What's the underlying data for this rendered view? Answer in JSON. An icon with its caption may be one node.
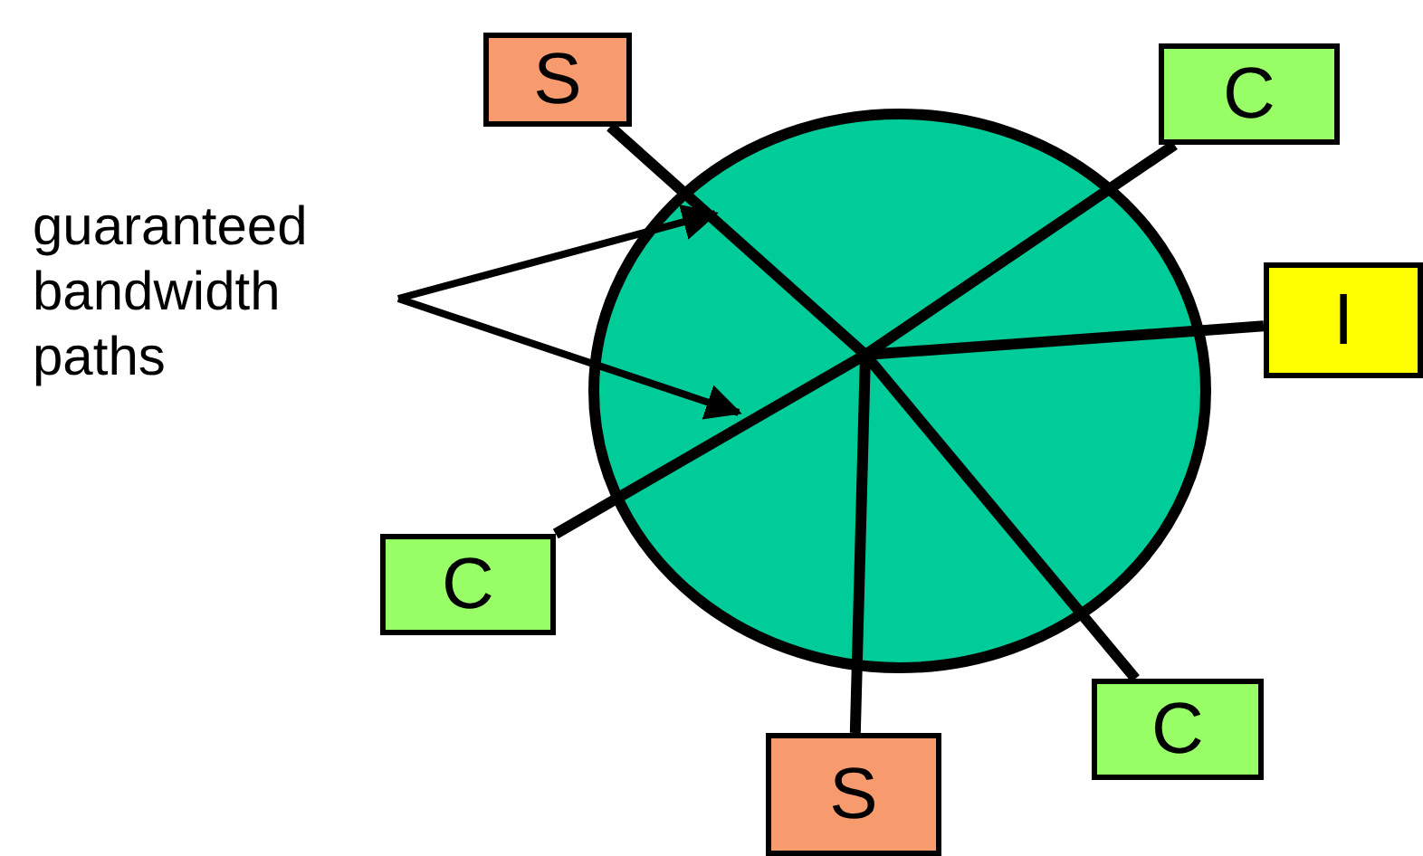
{
  "diagram": {
    "nodes": [
      {
        "text": [],
        "shape": "circle"
      },
      {
        "text": [
          "S"
        ]
      },
      {
        "text": [
          "C"
        ]
      },
      {
        "text": [
          "I"
        ]
      },
      {
        "text": [
          "C"
        ]
      },
      {
        "text": [
          "S"
        ]
      },
      {
        "text": [
          "C"
        ]
      },
      {
        "text": [
          "guaranteed bandwidth paths"
        ]
      }
    ],
    "edges": [
      {
        "from": 1,
        "to": 0,
        "arrow": "none"
      },
      {
        "from": 2,
        "to": 0,
        "arrow": "none"
      },
      {
        "from": 3,
        "to": 0,
        "arrow": "none"
      },
      {
        "from": 4,
        "to": 0,
        "arrow": "none"
      },
      {
        "from": 5,
        "to": 0,
        "arrow": "none"
      },
      {
        "from": 6,
        "to": 0,
        "arrow": "none"
      },
      {
        "from": 7,
        "to": 0,
        "arrow": "to"
      },
      {
        "from": 7,
        "to": 0,
        "arrow": "to"
      }
    ]
  }
}
